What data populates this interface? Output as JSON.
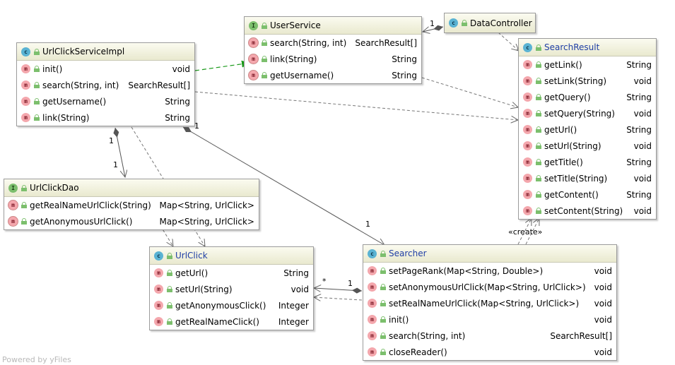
{
  "diagram": {
    "nodes": {
      "url_click_service_impl": {
        "kind": "class",
        "badge": "c",
        "name": "UrlClickServiceImpl",
        "members": [
          {
            "name": "init()",
            "type": "void"
          },
          {
            "name": "search(String, int)",
            "type": "SearchResult[]"
          },
          {
            "name": "getUsername()",
            "type": "String"
          },
          {
            "name": "link(String)",
            "type": "String"
          }
        ]
      },
      "user_service": {
        "kind": "interface",
        "badge": "I",
        "name": "UserService",
        "members": [
          {
            "name": "search(String, int)",
            "type": "SearchResult[]"
          },
          {
            "name": "link(String)",
            "type": "String"
          },
          {
            "name": "getUsername()",
            "type": "String"
          }
        ]
      },
      "data_controller": {
        "kind": "class",
        "badge": "c",
        "name": "DataController",
        "members": []
      },
      "search_result": {
        "kind": "class",
        "badge": "c",
        "name": "SearchResult",
        "members": [
          {
            "name": "getLink()",
            "type": "String"
          },
          {
            "name": "setLink(String)",
            "type": "void"
          },
          {
            "name": "getQuery()",
            "type": "String"
          },
          {
            "name": "setQuery(String)",
            "type": "void"
          },
          {
            "name": "getUrl()",
            "type": "String"
          },
          {
            "name": "setUrl(String)",
            "type": "void"
          },
          {
            "name": "getTitle()",
            "type": "String"
          },
          {
            "name": "setTitle(String)",
            "type": "void"
          },
          {
            "name": "getContent()",
            "type": "String"
          },
          {
            "name": "setContent(String)",
            "type": "void"
          }
        ]
      },
      "url_click_dao": {
        "kind": "interface",
        "badge": "I",
        "name": "UrlClickDao",
        "members": [
          {
            "name": "getRealNameUrlClick(String)",
            "type": "Map<String, UrlClick>"
          },
          {
            "name": "getAnonymousUrlClick()",
            "type": "Map<String, UrlClick>"
          }
        ]
      },
      "url_click": {
        "kind": "class",
        "badge": "c",
        "name": "UrlClick",
        "members": [
          {
            "name": "getUrl()",
            "type": "String"
          },
          {
            "name": "setUrl(String)",
            "type": "void"
          },
          {
            "name": "getAnonymousClick()",
            "type": "Integer"
          },
          {
            "name": "getRealNameClick()",
            "type": "Integer"
          }
        ]
      },
      "searcher": {
        "kind": "class",
        "badge": "c",
        "name": "Searcher",
        "members": [
          {
            "name": "setPageRank(Map<String, Double>)",
            "type": "void"
          },
          {
            "name": "setAnonymousUrlClick(Map<String, UrlClick>)",
            "type": "void"
          },
          {
            "name": "setRealNameUrlClick(Map<String, UrlClick>)",
            "type": "void"
          },
          {
            "name": "init()",
            "type": "void"
          },
          {
            "name": "search(String, int)",
            "type": "SearchResult[]"
          },
          {
            "name": "closeReader()",
            "type": "void"
          }
        ]
      }
    },
    "edge_labels": {
      "dc_us_mult": "1",
      "impl_dao_src": "1",
      "impl_dao_dst": "1",
      "impl_searcher_src": "1",
      "impl_searcher_dst": "1",
      "searcher_urlclick_src": "1",
      "searcher_urlclick_dst": "*",
      "create_stereotype": "«create»"
    },
    "colors": {
      "realization": "#1a9a1a",
      "association": "#595959",
      "dependency": "#7a7a7a"
    },
    "watermark": "Powered by yFiles"
  }
}
